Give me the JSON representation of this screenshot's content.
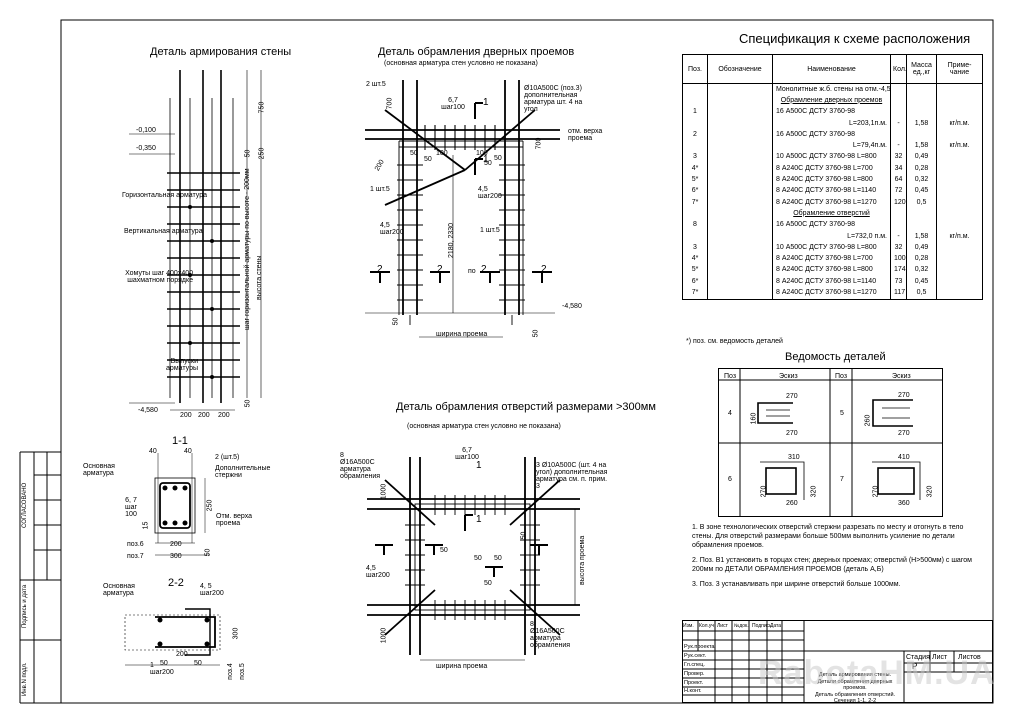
{
  "wall_detail": {
    "title": "Деталь  армирования стены",
    "levels": [
      "-0,100",
      "-0,350",
      "-4,580"
    ],
    "labels": [
      "Горизонтальная арматура",
      "Вертикальная арматура",
      "Хомуты шаг 400х400 шахматном порядке",
      "Выпуски арматуры"
    ],
    "dims": [
      "750",
      "250",
      "50",
      "шаг горизонтальной арматуры по высоте - 200мм",
      "высота стены",
      "200",
      "200",
      "200",
      "50"
    ]
  },
  "door_detail": {
    "title": "Деталь обрамления дверных проемов",
    "subtitle": "(основная арматура стен условно не показана)",
    "labels": [
      "2 шт.5",
      "6,7 шаг100",
      "Ø10А500С (поз.3) дополнительная арматура шт. 4 на угол",
      "отм. верха проема",
      "1 шт.5",
      "4,5 шаг200",
      "4,5 шаг200",
      "1 шт.5",
      "-4,580",
      "ширина проема",
      "по"
    ],
    "dims": [
      "700",
      "700",
      "50",
      "50",
      "100",
      "100",
      "50",
      "50",
      "200",
      "2180, 2330",
      "50",
      "50"
    ]
  },
  "opening_detail": {
    "title": "Деталь обрамления отверстий размерами  >300мм",
    "subtitle": "(основная арматура стен условно не показана)",
    "labels": [
      "8 Ø16А500С арматура обрамления",
      "6,7 шаг100",
      "3 Ø10А500С (шт. 4 на угол) дополнительная арматура см. п. прим. 3",
      "4,5 шаг200",
      "8 Ø16А500С арматура обрамления",
      "ширина проема",
      "высота проема"
    ],
    "dims": [
      "1000",
      "50",
      "50",
      "50",
      "50",
      "1000",
      "50"
    ]
  },
  "section_11": {
    "title": "1-1",
    "labels": [
      "Основная арматура",
      "2 (шт.5)",
      "Дополнительные стержни",
      "6, 7 шаг 100",
      "Отм. верха проема",
      "поз.6",
      "поз.7"
    ],
    "dims": [
      "40",
      "40",
      "250",
      "15",
      "200",
      "300",
      "50"
    ]
  },
  "section_22": {
    "title": "2-2",
    "labels": [
      "Основная арматура",
      "4, 5 шаг200",
      "1 шаг200",
      "поз.4",
      "поз.5"
    ],
    "dims": [
      "200",
      "300",
      "50",
      "50"
    ]
  },
  "markers": [
    "1",
    "1",
    "1",
    "1",
    "2",
    "2",
    "2",
    "2"
  ],
  "spec": {
    "title": "Спецификация к схеме расположения",
    "headers": [
      "Поз.",
      "Обозначение",
      "Наименование",
      "Кол.",
      "Масса ед.,кг",
      "Приме-чание"
    ],
    "rows": [
      {
        "pos": "",
        "des": "",
        "name": "Монолитные ж.б. стены на отм.-4,580",
        "qty": "",
        "mass": "",
        "note": "",
        "style": "c"
      },
      {
        "pos": "",
        "des": "",
        "name": "Обрамление дверных проемов",
        "qty": "",
        "mass": "",
        "note": "",
        "style": "u"
      },
      {
        "pos": "1",
        "des": "",
        "name": "16 А500С ДСТУ 3760-98",
        "qty": "",
        "mass": "",
        "note": "",
        "style": ""
      },
      {
        "pos": "",
        "des": "",
        "name": "L=203,1п.м.",
        "qty": "-",
        "mass": "1,58",
        "note": "кг/п.м.",
        "style": "r"
      },
      {
        "pos": "2",
        "des": "",
        "name": "16 А500С ДСТУ 3760-98",
        "qty": "",
        "mass": "",
        "note": "",
        "style": ""
      },
      {
        "pos": "",
        "des": "",
        "name": "L=79,4п.м.",
        "qty": "-",
        "mass": "1,58",
        "note": "кг/п.м.",
        "style": "r"
      },
      {
        "pos": "3",
        "des": "",
        "name": "10 А500С ДСТУ 3760-98   L=800",
        "qty": "32",
        "mass": "0,49",
        "note": "",
        "style": ""
      },
      {
        "pos": "4*",
        "des": "",
        "name": "8 А240С ДСТУ 3760-98   L=700",
        "qty": "34",
        "mass": "0,28",
        "note": "",
        "style": ""
      },
      {
        "pos": "5*",
        "des": "",
        "name": "8 А240С ДСТУ 3760-98   L=800",
        "qty": "64",
        "mass": "0,32",
        "note": "",
        "style": ""
      },
      {
        "pos": "6*",
        "des": "",
        "name": "8 А240С ДСТУ 3760-98  L=1140",
        "qty": "72",
        "mass": "0,45",
        "note": "",
        "style": ""
      },
      {
        "pos": "7*",
        "des": "",
        "name": "8 А240С ДСТУ 3760-98  L=1270",
        "qty": "120",
        "mass": "0,5",
        "note": "",
        "style": ""
      },
      {
        "pos": "",
        "des": "",
        "name": "Обрамление отверстий",
        "qty": "",
        "mass": "",
        "note": "",
        "style": "u"
      },
      {
        "pos": "8",
        "des": "",
        "name": "16 А500С ДСТУ 3760-98",
        "qty": "",
        "mass": "",
        "note": "",
        "style": ""
      },
      {
        "pos": "",
        "des": "",
        "name": "L=732,0 п.м.",
        "qty": "-",
        "mass": "1,58",
        "note": "кг/п.м.",
        "style": "r"
      },
      {
        "pos": "3",
        "des": "",
        "name": "10 А500С ДСТУ 3760-98   L=800",
        "qty": "32",
        "mass": "0,49",
        "note": "",
        "style": ""
      },
      {
        "pos": "4*",
        "des": "",
        "name": "8 А240С ДСТУ 3760-98   L=700",
        "qty": "100",
        "mass": "0,28",
        "note": "",
        "style": ""
      },
      {
        "pos": "5*",
        "des": "",
        "name": "8 А240С ДСТУ 3760-98   L=800",
        "qty": "174",
        "mass": "0,32",
        "note": "",
        "style": ""
      },
      {
        "pos": "6*",
        "des": "",
        "name": "8 А240С ДСТУ 3760-98  L=1140",
        "qty": "73",
        "mass": "0,45",
        "note": "",
        "style": ""
      },
      {
        "pos": "7*",
        "des": "",
        "name": "8 А240С ДСТУ 3760-98  L=1270",
        "qty": "117",
        "mass": "0,5",
        "note": "",
        "style": ""
      }
    ],
    "footnote": "*) поз. см. ведомость деталей"
  },
  "vedomost": {
    "title": "Ведомость деталей",
    "headers": [
      "Поз",
      "Эскиз",
      "Поз",
      "Эскиз"
    ],
    "items": [
      {
        "pos": "4",
        "dims": [
          "270",
          "160",
          "270"
        ]
      },
      {
        "pos": "5",
        "dims": [
          "270",
          "260",
          "270"
        ]
      },
      {
        "pos": "6",
        "dims": [
          "310",
          "270",
          "320",
          "260"
        ]
      },
      {
        "pos": "7",
        "dims": [
          "410",
          "270",
          "320",
          "360"
        ]
      }
    ]
  },
  "notes": [
    "1. В зоне технологических отверстий стержни разрезать по месту и отогнуть в тело стены. Для отверстий размерами больше 500мм выполнить усиление по детали обрамления проемов.",
    "2. Поз. В1  установить в торцах стен; дверных проемах; отверстий (Н>500мм) с шагом 200мм по ДЕТАЛИ ОБРАМЛЕНИЯ ПРОЕМОВ (деталь А,Б)",
    "3. Поз. 3 устанавливать при ширине отверстий больше 1000мм."
  ],
  "title_block": {
    "col_headers": [
      "Изм.",
      "Кол.уч",
      "Лист",
      "№док.",
      "Подпись",
      "Дата"
    ],
    "roles": [
      "Рук.проекта",
      "Рук.сект.",
      "Гл.спец.",
      "Провер.",
      "Проект.",
      "Н.конт."
    ],
    "stage_headers": [
      "Стадия",
      "Лист",
      "Листов"
    ],
    "stage": "Р",
    "description": [
      "Деталь  армирования стены.",
      "Детали обрамления дверных проемов.",
      "Деталь обрамления отверстий.",
      "Сечения 1-1, 2-2"
    ]
  },
  "margin_labels": [
    "СОГЛАСОВАНО",
    "Подпись и дата",
    "Инв.N подл."
  ],
  "watermark": "RabotaHM.UA"
}
